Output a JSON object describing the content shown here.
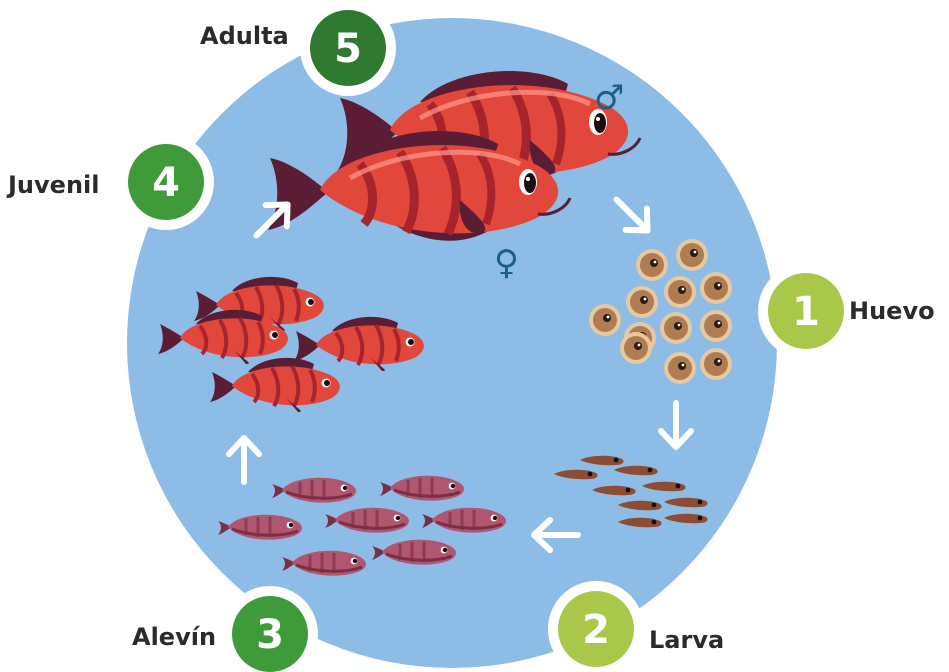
{
  "stages": [
    {
      "number": "1",
      "label": "Huevo"
    },
    {
      "number": "2",
      "label": "Larva"
    },
    {
      "number": "3",
      "label": "Alevín"
    },
    {
      "number": "4",
      "label": "Juvenil"
    },
    {
      "number": "5",
      "label": "Adulta"
    }
  ],
  "symbols": {
    "male": "♂",
    "female": "♀"
  },
  "colors": {
    "water": "#8dbde6",
    "light_green": "#a9c84a",
    "mid_green": "#3f9a3a",
    "dark_green": "#2f7a30",
    "fish_red": "#e2473c",
    "fin_dark": "#5a1d33",
    "fry_purple": "#b0566e",
    "arrow": "#ffffff",
    "symbol_blue": "#1d5e86"
  },
  "icons": [
    "arrow-icon",
    "fish-icon",
    "egg-icon",
    "male-symbol-icon",
    "female-symbol-icon"
  ]
}
